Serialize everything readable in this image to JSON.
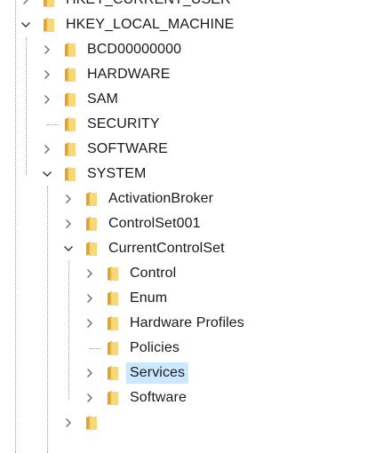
{
  "tree": {
    "items": [
      {
        "label": "HKEY_CURRENT_USER",
        "depth": 0,
        "expander": "collapsed",
        "selected": false
      },
      {
        "label": "HKEY_LOCAL_MACHINE",
        "depth": 0,
        "expander": "expanded",
        "selected": false
      },
      {
        "label": "BCD00000000",
        "depth": 1,
        "expander": "collapsed",
        "selected": false
      },
      {
        "label": "HARDWARE",
        "depth": 1,
        "expander": "collapsed",
        "selected": false
      },
      {
        "label": "SAM",
        "depth": 1,
        "expander": "collapsed",
        "selected": false
      },
      {
        "label": "SECURITY",
        "depth": 1,
        "expander": "none",
        "selected": false
      },
      {
        "label": "SOFTWARE",
        "depth": 1,
        "expander": "collapsed",
        "selected": false
      },
      {
        "label": "SYSTEM",
        "depth": 1,
        "expander": "expanded",
        "selected": false
      },
      {
        "label": "ActivationBroker",
        "depth": 2,
        "expander": "collapsed",
        "selected": false
      },
      {
        "label": "ControlSet001",
        "depth": 2,
        "expander": "collapsed",
        "selected": false
      },
      {
        "label": "CurrentControlSet",
        "depth": 2,
        "expander": "expanded",
        "selected": false
      },
      {
        "label": "Control",
        "depth": 3,
        "expander": "collapsed",
        "selected": false
      },
      {
        "label": "Enum",
        "depth": 3,
        "expander": "collapsed",
        "selected": false
      },
      {
        "label": "Hardware Profiles",
        "depth": 3,
        "expander": "collapsed",
        "selected": false
      },
      {
        "label": "Policies",
        "depth": 3,
        "expander": "none",
        "selected": false
      },
      {
        "label": "Services",
        "depth": 3,
        "expander": "collapsed",
        "selected": true
      },
      {
        "label": "Software",
        "depth": 3,
        "expander": "collapsed",
        "selected": false
      },
      {
        "label": "",
        "depth": 2,
        "expander": "collapsed",
        "selected": false
      }
    ]
  },
  "icons": {
    "folder": "folder-icon",
    "expanded": "chevron-down-icon",
    "collapsed": "chevron-right-icon"
  },
  "colors": {
    "folder_front": "#f8d775",
    "folder_back": "#e0a429",
    "selection": "#cce8ff",
    "chevron": "#6b6b6b",
    "guide": "#9a9a9a"
  }
}
